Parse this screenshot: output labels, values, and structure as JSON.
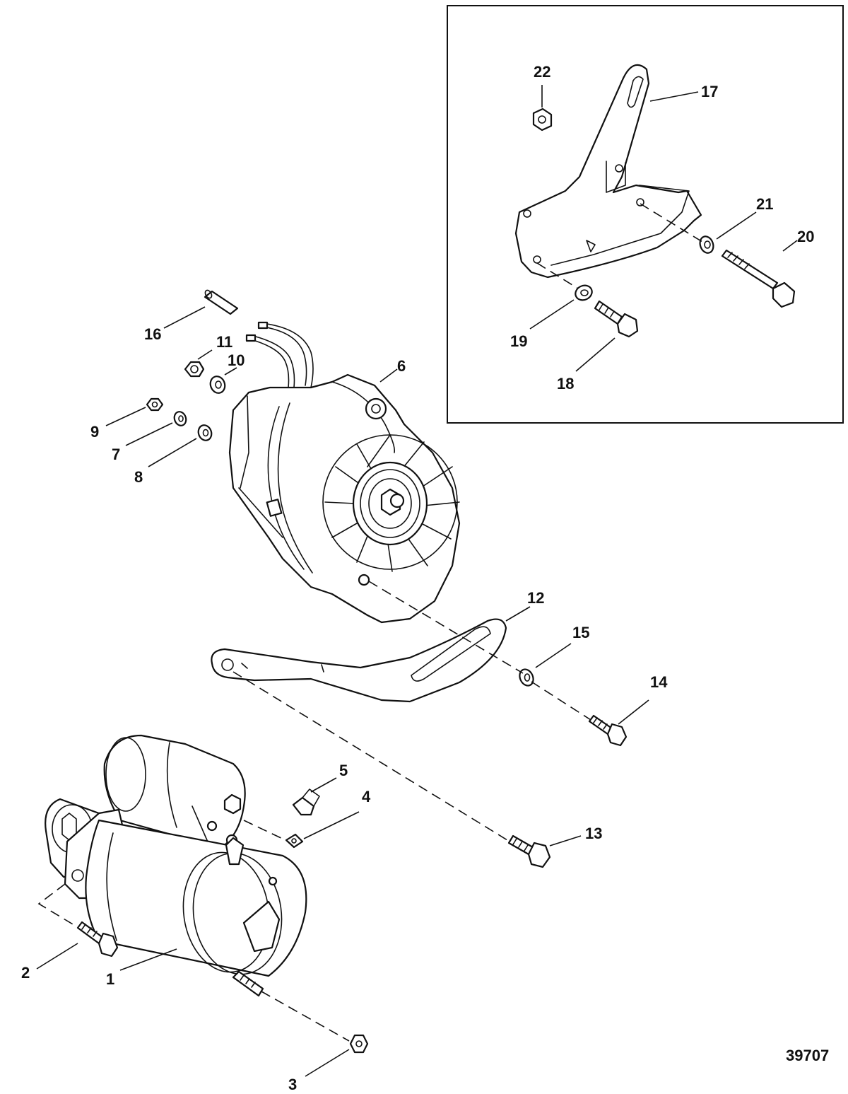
{
  "figure_id": "39707",
  "callouts": [
    "1",
    "2",
    "3",
    "4",
    "5",
    "6",
    "7",
    "8",
    "9",
    "10",
    "11",
    "12",
    "13",
    "14",
    "15",
    "16",
    "17",
    "18",
    "19",
    "20",
    "21",
    "22"
  ]
}
